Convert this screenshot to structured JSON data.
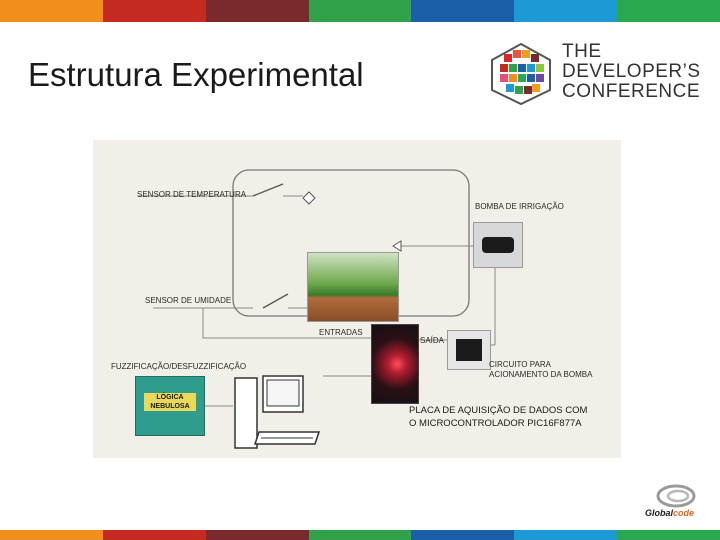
{
  "colors": {
    "stripes": [
      "#f28f1c",
      "#c42a22",
      "#7a2a2a",
      "#2fa24a",
      "#1a5fa8",
      "#1c9ad6",
      "#2aa84f"
    ]
  },
  "slide": {
    "title": "Estrutura Experimental"
  },
  "logo": {
    "line1": "THE",
    "line2": "DEVELOPER’S",
    "line3": "CONFERENCE"
  },
  "diagram": {
    "sensor_temp": "SENSOR DE TEMPERATURA",
    "sensor_umid": "SENSOR DE UMIDADE",
    "bomba": "BOMBA DE IRRIGAÇÃO",
    "entradas": "ENTRADAS",
    "saida": "SAÍDA",
    "fuzz": "FUZZIFICAÇÃO/DESFUZZIFICAÇÃO",
    "logica1": "LÓGICA",
    "logica2": "NEBULOSA",
    "circuito1": "CIRCUITO PARA",
    "circuito2": "ACIONAMENTO DA BOMBA",
    "placa1": "PLACA DE AQUISIÇÃO DE DADOS COM",
    "placa2": "O MICROCONTROLADOR PIC16F877A"
  },
  "footer": {
    "brand_a": "Global",
    "brand_b": "code"
  }
}
